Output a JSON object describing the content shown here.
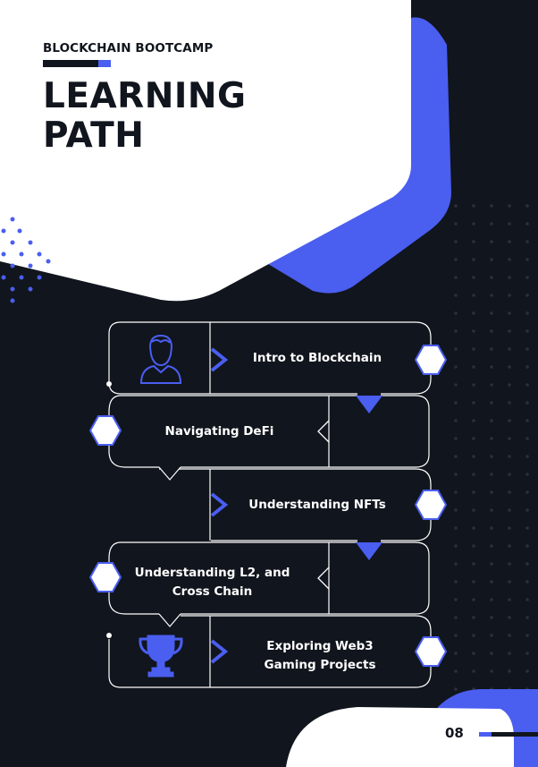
{
  "header": {
    "eyebrow": "BLOCKCHAIN BOOTCAMP",
    "title": "LEARNING PATH"
  },
  "steps": [
    {
      "label": "Intro to Blockchain",
      "icon": "user-icon"
    },
    {
      "label": "Navigating DeFi",
      "icon": ""
    },
    {
      "label": "Understanding NFTs",
      "icon": ""
    },
    {
      "label": "Understanding L2, and Cross Chain",
      "icon": ""
    },
    {
      "label": "Exploring Web3 Gaming Projects",
      "icon": "trophy-icon"
    }
  ],
  "footer": {
    "page_number": "08"
  },
  "colors": {
    "background": "#11151d",
    "accent": "#4a5ef0",
    "paper": "#ffffff"
  }
}
